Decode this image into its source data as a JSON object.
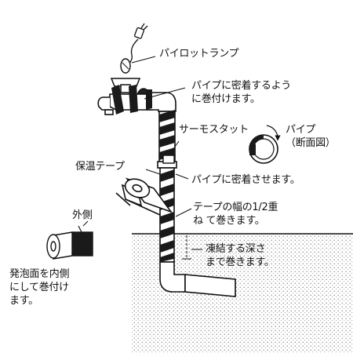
{
  "labels": {
    "pilot_lamp": "パイロットランプ",
    "wrap_tight": "パイプに密着するよう\nに巻付けます。",
    "thermostat": "サーモスタット",
    "pipe_section": "パイプ\n（断面図）",
    "insulation_tape": "保温テープ",
    "stick_to_pipe": "パイプに密着させます。",
    "overlap_half": "テープの幅の1/2重\nね て巻きます。",
    "outer_side": "外側",
    "freeze_depth": "凍結する深さ\nまで巻きます。",
    "foam_inside": "発泡面を内側\nにして巻付け\nます。"
  },
  "colors": {
    "ink": "#111111",
    "paper": "#ffffff",
    "tape_dark": "#1a1a1a"
  }
}
